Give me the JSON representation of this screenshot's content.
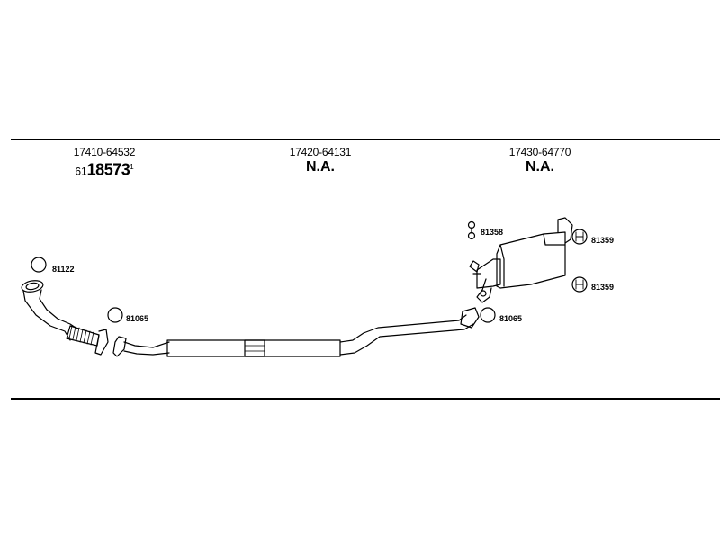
{
  "headers": [
    {
      "part_number": "17410-64532",
      "ref_prefix": "61",
      "ref_main": "18573",
      "ref_sup": "1",
      "status": ""
    },
    {
      "part_number": "17420-64131",
      "status": "N.A."
    },
    {
      "part_number": "17430-64770",
      "status": "N.A."
    }
  ],
  "callouts": {
    "c81122": "81122",
    "c81065_left": "81065",
    "c81065_right": "81065",
    "c81358": "81358",
    "c81359_top": "81359",
    "c81359_bottom": "81359"
  }
}
